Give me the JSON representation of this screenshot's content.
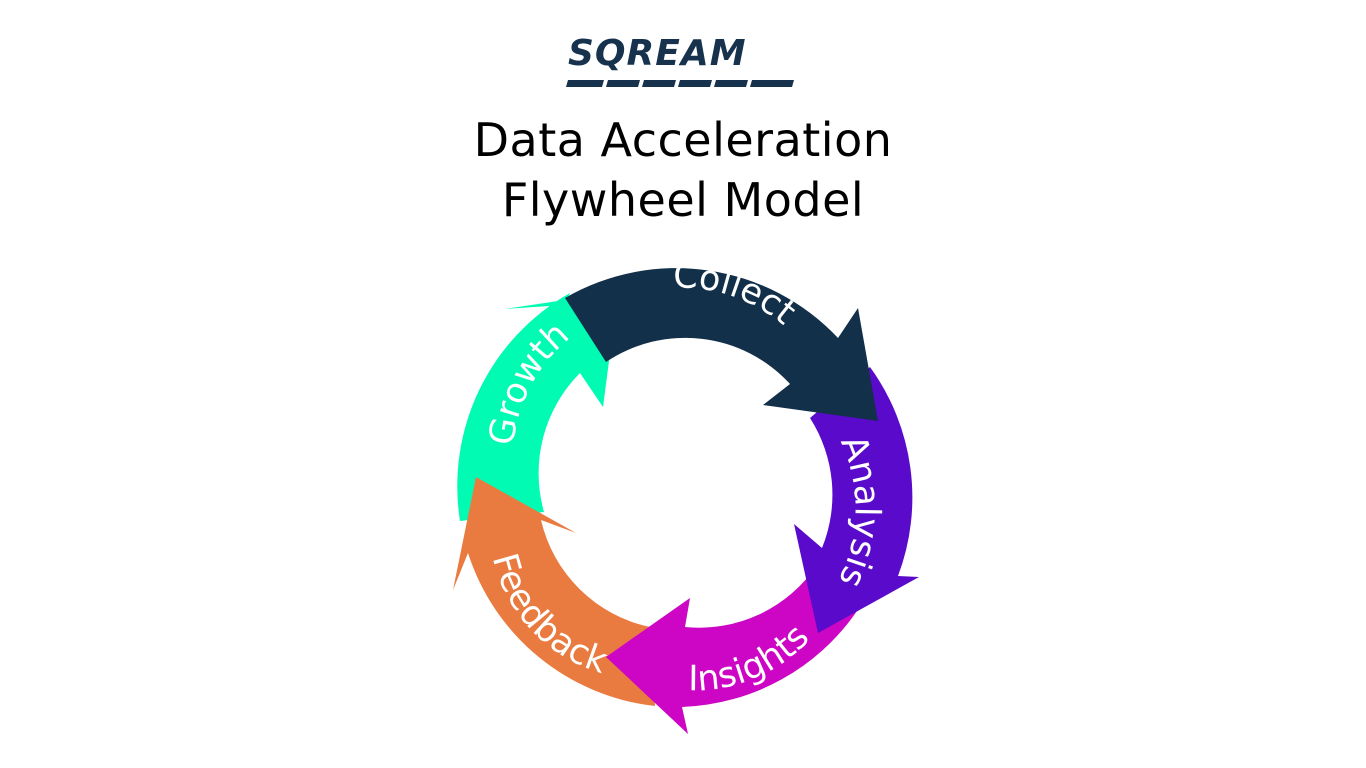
{
  "logo": {
    "text": "SQREAM",
    "color": "#17324d"
  },
  "title": {
    "line1": "Data Acceleration",
    "line2": "Flywheel Model"
  },
  "flywheel": {
    "segments": [
      {
        "label": "Collect",
        "color": "#12304a"
      },
      {
        "label": "Analysis",
        "color": "#5a0acb"
      },
      {
        "label": "Insights",
        "color": "#cc06c4"
      },
      {
        "label": "Feedback",
        "color": "#ea7b40"
      },
      {
        "label": "Growth",
        "color": "#01fbb3"
      }
    ]
  }
}
